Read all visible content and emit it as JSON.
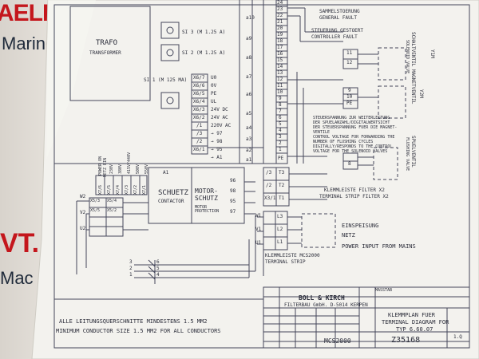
{
  "background": {
    "brand_top": "AELIY",
    "brand_sub": "Marine",
    "brand_mid": "VT.",
    "brand_mid_sub": "Mac"
  },
  "trafo": {
    "label_de": "TRAFO",
    "label_en": "TRANSFORMER"
  },
  "fuses": {
    "si3": "SI 3 (M 1.25 A)",
    "si2": "SI 2 (M 1.25 A)",
    "si1": "SI 1 (M 125 MA)"
  },
  "terminals_x6": [
    "X6/7",
    "X6/6",
    "X6/5",
    "X6/4",
    "X6/3",
    "X6/2",
    "/1",
    "/3",
    "/2",
    "X6/1"
  ],
  "terminal_labels": [
    "U0",
    "0V",
    "PE",
    "UL",
    "24V DC",
    "24V AC",
    "220V AC",
    "→ 97",
    "→ 98",
    "→ 95",
    "→ A1"
  ],
  "power_on": {
    "label_de": "POWER ON",
    "label_de2": "NETZ EIN"
  },
  "voltages": [
    "230V",
    "380V",
    "415V/440V",
    "500V",
    "550V"
  ],
  "x7_terms": [
    "X7/6",
    "X7/5",
    "X7/4",
    "X7/3",
    "X7/2",
    "X7/1"
  ],
  "x5_terms": [
    "X5/3",
    "X5/4",
    "X5/5",
    "X5/2"
  ],
  "contactor": {
    "de": "SCHUETZ",
    "en": "CONTACTOR",
    "ai": "A1"
  },
  "motor": {
    "de": "MOTOR-\nSCHUTZ",
    "en": "MOTOR PROTECTION",
    "pins": [
      "96",
      "98",
      "95",
      "97"
    ]
  },
  "left_labels": {
    "w2": "W2",
    "v2": "V2",
    "u2": "U2",
    "w1": "W1",
    "v1": "V1",
    "u1": "U1"
  },
  "mains_terms": [
    "L3",
    "L2",
    "L1"
  ],
  "einspeisung": {
    "de": "EINSPEISUNG",
    "de2": "NETZ",
    "en": "POWER INPUT FROM MAINS"
  },
  "klemmleiste_mcs": {
    "de": "KLEMMLEISTE MCS2000",
    "en": "TERMINAL STRIP"
  },
  "klemmleiste_filter": {
    "de": "KLEMMLEISTE FILTER X2",
    "en": "TERMINAL STRIP FILTER X2"
  },
  "fault": {
    "sammel_de": "SAMMELSTOERUNG",
    "sammel_en": "GENERAL FAULT",
    "steuer_de": "STEUERUNG GESTOERT",
    "steuer_en": "CONTROLLER FAULT"
  },
  "fault_terms": [
    "11",
    "12"
  ],
  "valve_terms": [
    "9",
    "10",
    "PE",
    "8"
  ],
  "filter_terms": [
    "T1",
    "T2",
    "T3",
    "/3",
    "/2",
    "/1",
    "X3/1",
    "PE"
  ],
  "row_numbers": [
    "24",
    "23",
    "22",
    "21",
    "20",
    "19",
    "18",
    "17",
    "16",
    "15",
    "14",
    "13",
    "12",
    "11",
    "10",
    "9",
    "8",
    "7",
    "6",
    "5",
    "4",
    "3",
    "2",
    "1"
  ],
  "right_notes": [
    "STEUERSPANNUNG ZUR WEITERLEITUNG",
    "DER SPUELANZAHL/DIGITALWERTSICHT",
    "DER STEUERSPANNUNG FUER DIE MAGNET-",
    "VENTILE",
    "CONTROL VOLTAGE FOR FORWARDING THE",
    "NUMBER OF FLUSHING CYCLES",
    "DIGITALLY/RESPONDS TO THE CONTROL",
    "VOLTAGE FOR THE SOLENOID VALVES"
  ],
  "vertical_right": [
    "SCHALTVENTIL MAGNETVENTIL",
    "SOLENOID VALVE",
    "Y1M",
    "SPUELVENTIL",
    "FLUSHING VALVE",
    "Y2M"
  ],
  "side_numbers": [
    "a10",
    "a9",
    "a8",
    "a7",
    "a6",
    "a5",
    "a4",
    "a3",
    "a2",
    "a1"
  ],
  "bottom_lines": [
    "3",
    "2",
    "1",
    "6",
    "5",
    "4"
  ],
  "cross_section": {
    "de": "ALLE LEITUNGSQUERSCHNITTE MINDESTENS 1.5 MM2",
    "en": "MINIMUM CONDUCTOR SIZE 1.5 MM2 FOR ALL CONDUCTORS"
  },
  "title_block": {
    "company": "BOLL & KIRCH",
    "company_sub": "FILTERBAU GmbH. D-5014 KERPEN",
    "massstab": "MASSTAB",
    "title_de": "KLEMMPLAN FUER",
    "title_en": "TERMINAL DIAGRAM FOR",
    "type": "TYP 6.60.07",
    "model": "MCS2000",
    "drawing_no": "Z35168",
    "sheet": "1.Q"
  }
}
